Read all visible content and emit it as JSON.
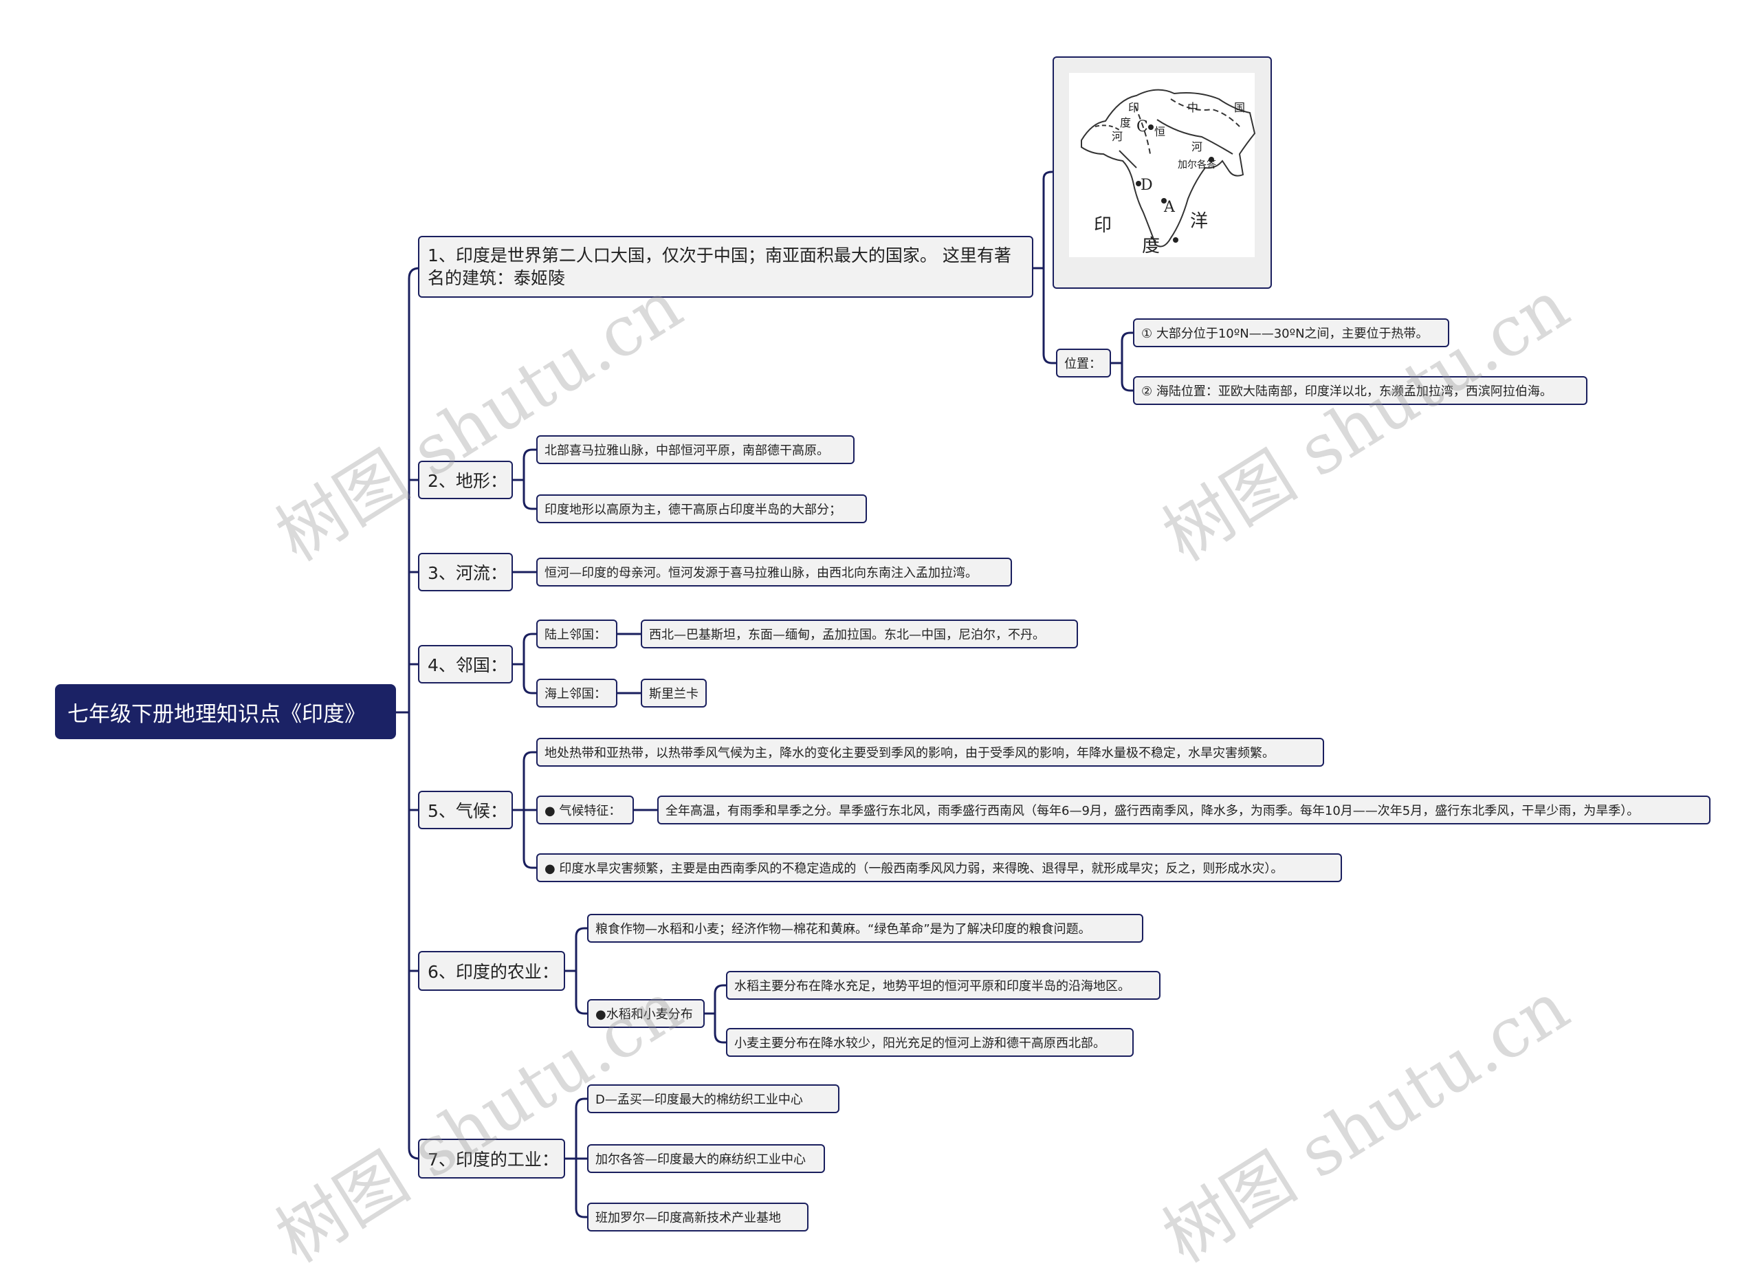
{
  "root": "七年级下册地理知识点《印度》",
  "branch1": {
    "label": "1、印度是世界第二人口大国，仅次于中国；南亚面积最大的国家。 这里有著名的建筑：泰姬陵",
    "map_labels": [
      "印",
      "度",
      "河",
      "C",
      "恒",
      "中",
      "国",
      "河",
      "加尔各答",
      "D",
      "A",
      "印",
      "洋",
      "度"
    ],
    "position_label": "位置：",
    "position_items": [
      "① 大部分位于10ºN——30ºN之间，主要位于热带。",
      "② 海陆位置：亚欧大陆南部，印度洋以北，东濒孟加拉湾，西滨阿拉伯海。"
    ]
  },
  "branch2": {
    "label": "2、地形：",
    "items": [
      "北部喜马拉雅山脉，中部恒河平原，南部德干高原。",
      "印度地形以高原为主，德干高原占印度半岛的大部分；"
    ]
  },
  "branch3": {
    "label": "3、河流：",
    "items": [
      "恒河—印度的母亲河。恒河发源于喜马拉雅山脉，由西北向东南注入孟加拉湾。"
    ]
  },
  "branch4": {
    "label": "4、邻国：",
    "land_label": "陆上邻国：",
    "land_value": "西北—巴基斯坦，东面—缅甸，孟加拉国。东北—中国，尼泊尔，不丹。",
    "sea_label": "海上邻国：",
    "sea_value": "斯里兰卡"
  },
  "branch5": {
    "label": "5、气候：",
    "item1": "地处热带和亚热带，以热带季风气候为主，降水的变化主要受到季风的影响，由于受季风的影响，年降水量极不稳定，水旱灾害频繁。",
    "feature_label": "●  气候特征：",
    "feature_value": "全年高温，有雨季和旱季之分。旱季盛行东北风，雨季盛行西南风（每年6—9月，盛行西南季风，降水多，为雨季。每年10月——次年5月，盛行东北季风，干旱少雨，为旱季）。",
    "item3": "●  印度水旱灾害频繁，主要是由西南季风的不稳定造成的（一般西南季风风力弱，来得晚、退得早，就形成旱灾；反之，则形成水灾）。"
  },
  "branch6": {
    "label": "6、印度的农业：",
    "item1": "粮食作物—水稻和小麦；经济作物—棉花和黄麻。“绿色革命”是为了解决印度的粮食问题。",
    "sub_label": "●水稻和小麦分布",
    "sub_items": [
      "水稻主要分布在降水充足，地势平坦的恒河平原和印度半岛的沿海地区。",
      "小麦主要分布在降水较少，阳光充足的恒河上游和德干高原西北部。"
    ]
  },
  "branch7": {
    "label": "7、印度的工业：",
    "items": [
      "D—孟买—印度最大的棉纺织工业中心",
      "加尔各答—印度最大的麻纺织工业中心",
      "班加罗尔—印度高新技术产业基地"
    ]
  },
  "watermark": "树图 shutu.cn",
  "colors": {
    "root_bg": "#1b2265",
    "line": "#1a1f5e",
    "node_bg": "#f2f2f2"
  }
}
